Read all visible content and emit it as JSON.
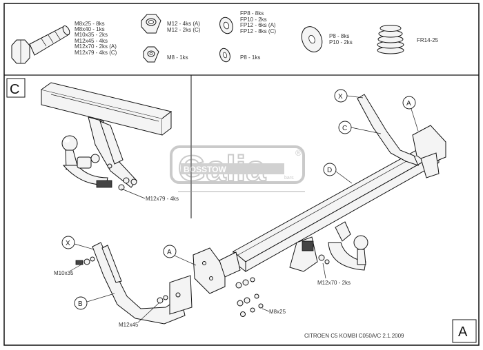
{
  "header": {
    "bolt_specs": [
      "M8x25 - 8ks",
      "M8x40 - 1ks",
      "M10x35 - 2ks",
      "M12x45 - 4ks",
      "M12x70 - 2ks (A)",
      "M12x79 - 4ks (C)"
    ],
    "nut_specs_large": [
      "M12 - 4ks (A)",
      "M12 - 2ks (C)"
    ],
    "nut_specs_small": [
      "M8 - 1ks"
    ],
    "washer_specs": [
      "FP8 - 8ks",
      "FP10 - 2ks",
      "FP12 - 6ks (A)",
      "FP12 - 8ks (C)"
    ],
    "washer_small_specs": [
      "P8 - 1ks"
    ],
    "plate_specs": [
      "P8 - 8ks",
      "P10 - 2ks"
    ],
    "spring_specs": [
      "FR14-25"
    ]
  },
  "detail": {
    "corner_label": "C",
    "bolt_callout": "M12x79 - 4ks"
  },
  "main": {
    "parts": [
      "X",
      "A",
      "C",
      "D",
      "X",
      "A",
      "B"
    ],
    "callouts": [
      "M10x35",
      "M12x45",
      "M8x25",
      "M12x70 - 2ks"
    ]
  },
  "watermark": {
    "brand": "Galia",
    "sub": "BOSSTOW",
    "sub2": "bars",
    "registered": "®"
  },
  "footer": {
    "document_id": "CITROEN C5 KOMBI   C050A/C   2.1.2009",
    "sheet_label": "A"
  }
}
